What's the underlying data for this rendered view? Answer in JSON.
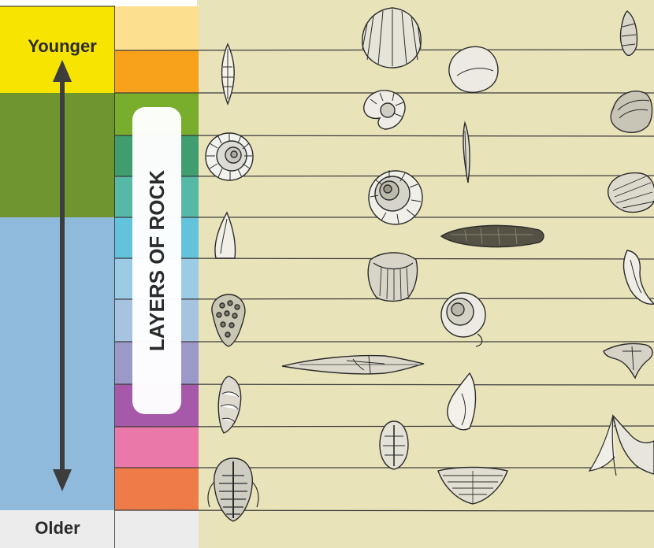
{
  "labels": {
    "younger": "Younger",
    "older": "Older",
    "layers": "LAYERS OF ROCK"
  },
  "colors": {
    "paper": "#e9e3b9",
    "layer_lines": "#3c3c3c",
    "column_yellow": "#f7e400",
    "column_green": "#6f9530",
    "column_blue": "#8fbadc",
    "column_gray": "#ececec",
    "arrow": "#3d3d3d",
    "label_box": "#ffffff"
  },
  "layers": [
    {
      "color": "#fde08f"
    },
    {
      "color": "#f7a21a"
    },
    {
      "color": "#79ad2c"
    },
    {
      "color": "#3f9d6f"
    },
    {
      "color": "#56b9a7"
    },
    {
      "color": "#63c3dc"
    },
    {
      "color": "#9ccbe6"
    },
    {
      "color": "#a6c3e0"
    },
    {
      "color": "#9c98c8"
    },
    {
      "color": "#a659a9"
    },
    {
      "color": "#ea78a8"
    },
    {
      "color": "#ef7b48"
    },
    {
      "color": "#ececec"
    }
  ],
  "fossils": [
    {
      "name": "cone-shell-fossil-icon"
    },
    {
      "name": "ammonite-fossil-icon"
    },
    {
      "name": "tooth-fossil-icon"
    },
    {
      "name": "coral-fossil-icon"
    },
    {
      "name": "gastropod-fossil-icon"
    },
    {
      "name": "trilobite-fossil-icon"
    },
    {
      "name": "scallop-fossil-icon"
    },
    {
      "name": "small-ammonite-fossil-icon"
    },
    {
      "name": "large-ammonite-fossil-icon"
    },
    {
      "name": "brachiopod-fossil-icon"
    },
    {
      "name": "spiriferid-fossil-icon"
    },
    {
      "name": "oval-trilobite-fossil-icon"
    },
    {
      "name": "clam-fossil-icon"
    },
    {
      "name": "belemnite-fossil-icon"
    },
    {
      "name": "flat-fish-fossil-icon"
    },
    {
      "name": "snail-fossil-icon"
    },
    {
      "name": "horn-fossil-icon"
    },
    {
      "name": "fan-shell-fossil-icon"
    },
    {
      "name": "whelk-fossil-icon"
    },
    {
      "name": "oyster-fossil-icon"
    },
    {
      "name": "cockle-fossil-icon"
    },
    {
      "name": "claw-fossil-icon"
    },
    {
      "name": "star-coral-fossil-icon"
    },
    {
      "name": "crinoid-fossil-icon"
    }
  ]
}
